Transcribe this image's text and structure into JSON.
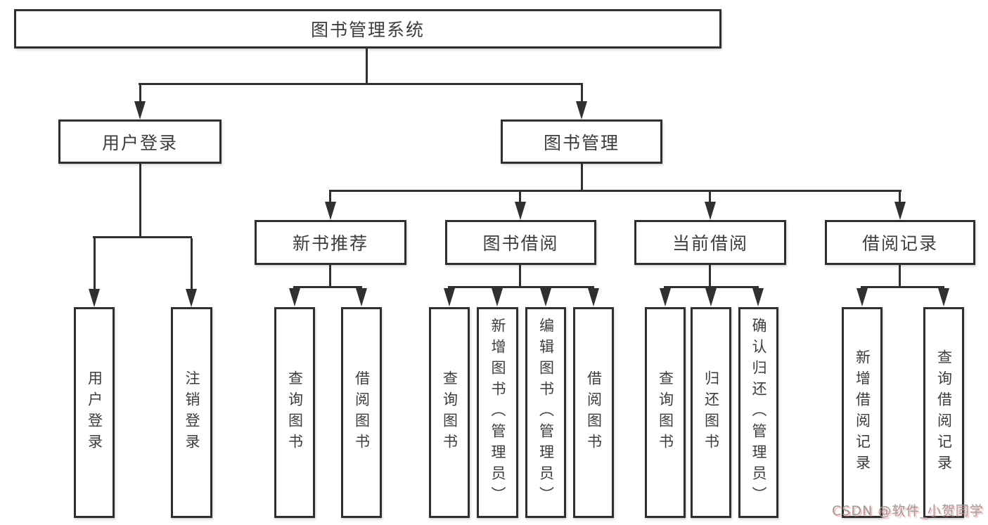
{
  "tree": {
    "label": "图书管理系统",
    "children": [
      {
        "label": "用户登录",
        "children": [
          {
            "label": "用户登录"
          },
          {
            "label": "注销登录"
          }
        ]
      },
      {
        "label": "图书管理",
        "children": [
          {
            "label": "新书推荐",
            "children": [
              {
                "label": "查询图书"
              },
              {
                "label": "借阅图书"
              }
            ]
          },
          {
            "label": "图书借阅",
            "children": [
              {
                "label": "查询图书"
              },
              {
                "label": "新增图书（管理员）"
              },
              {
                "label": "编辑图书（管理员）"
              },
              {
                "label": "借阅图书"
              }
            ]
          },
          {
            "label": "当前借阅",
            "children": [
              {
                "label": "查询图书"
              },
              {
                "label": "归还图书"
              },
              {
                "label": "确认归还（管理员）"
              }
            ]
          },
          {
            "label": "借阅记录",
            "children": [
              {
                "label": "新增借阅记录"
              },
              {
                "label": "查询借阅记录"
              }
            ]
          }
        ]
      }
    ]
  },
  "watermark": {
    "text": "CSDN @软件_小贺同学"
  },
  "colors": {
    "line": "#303030",
    "border": "#2f2f2f",
    "text": "#3d3d3d",
    "background": "#ffffff",
    "watermark": "#9c9c9c",
    "watermark_accent": "#f06464"
  }
}
